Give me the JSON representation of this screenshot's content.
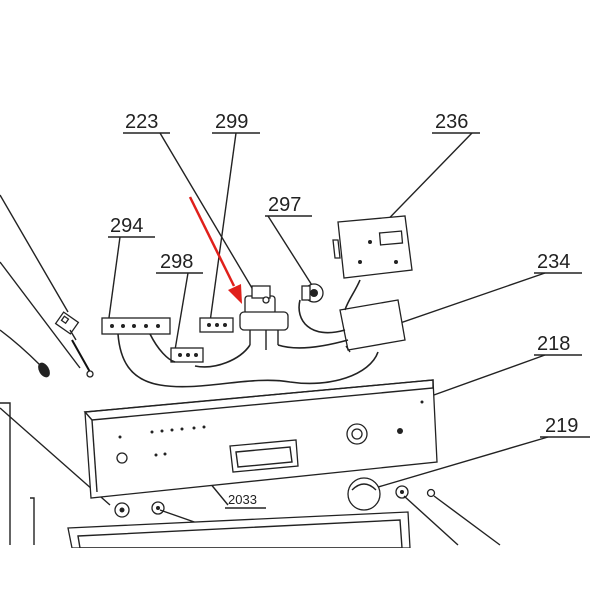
{
  "labels": {
    "p223": "223",
    "p299": "299",
    "p236": "236",
    "p297": "297",
    "p294": "294",
    "p298": "298",
    "p234": "234",
    "p218": "218",
    "p219": "219",
    "p2033": "2033"
  },
  "colors": {
    "highlight_arrow": "#e0201b",
    "line": "#222222"
  }
}
